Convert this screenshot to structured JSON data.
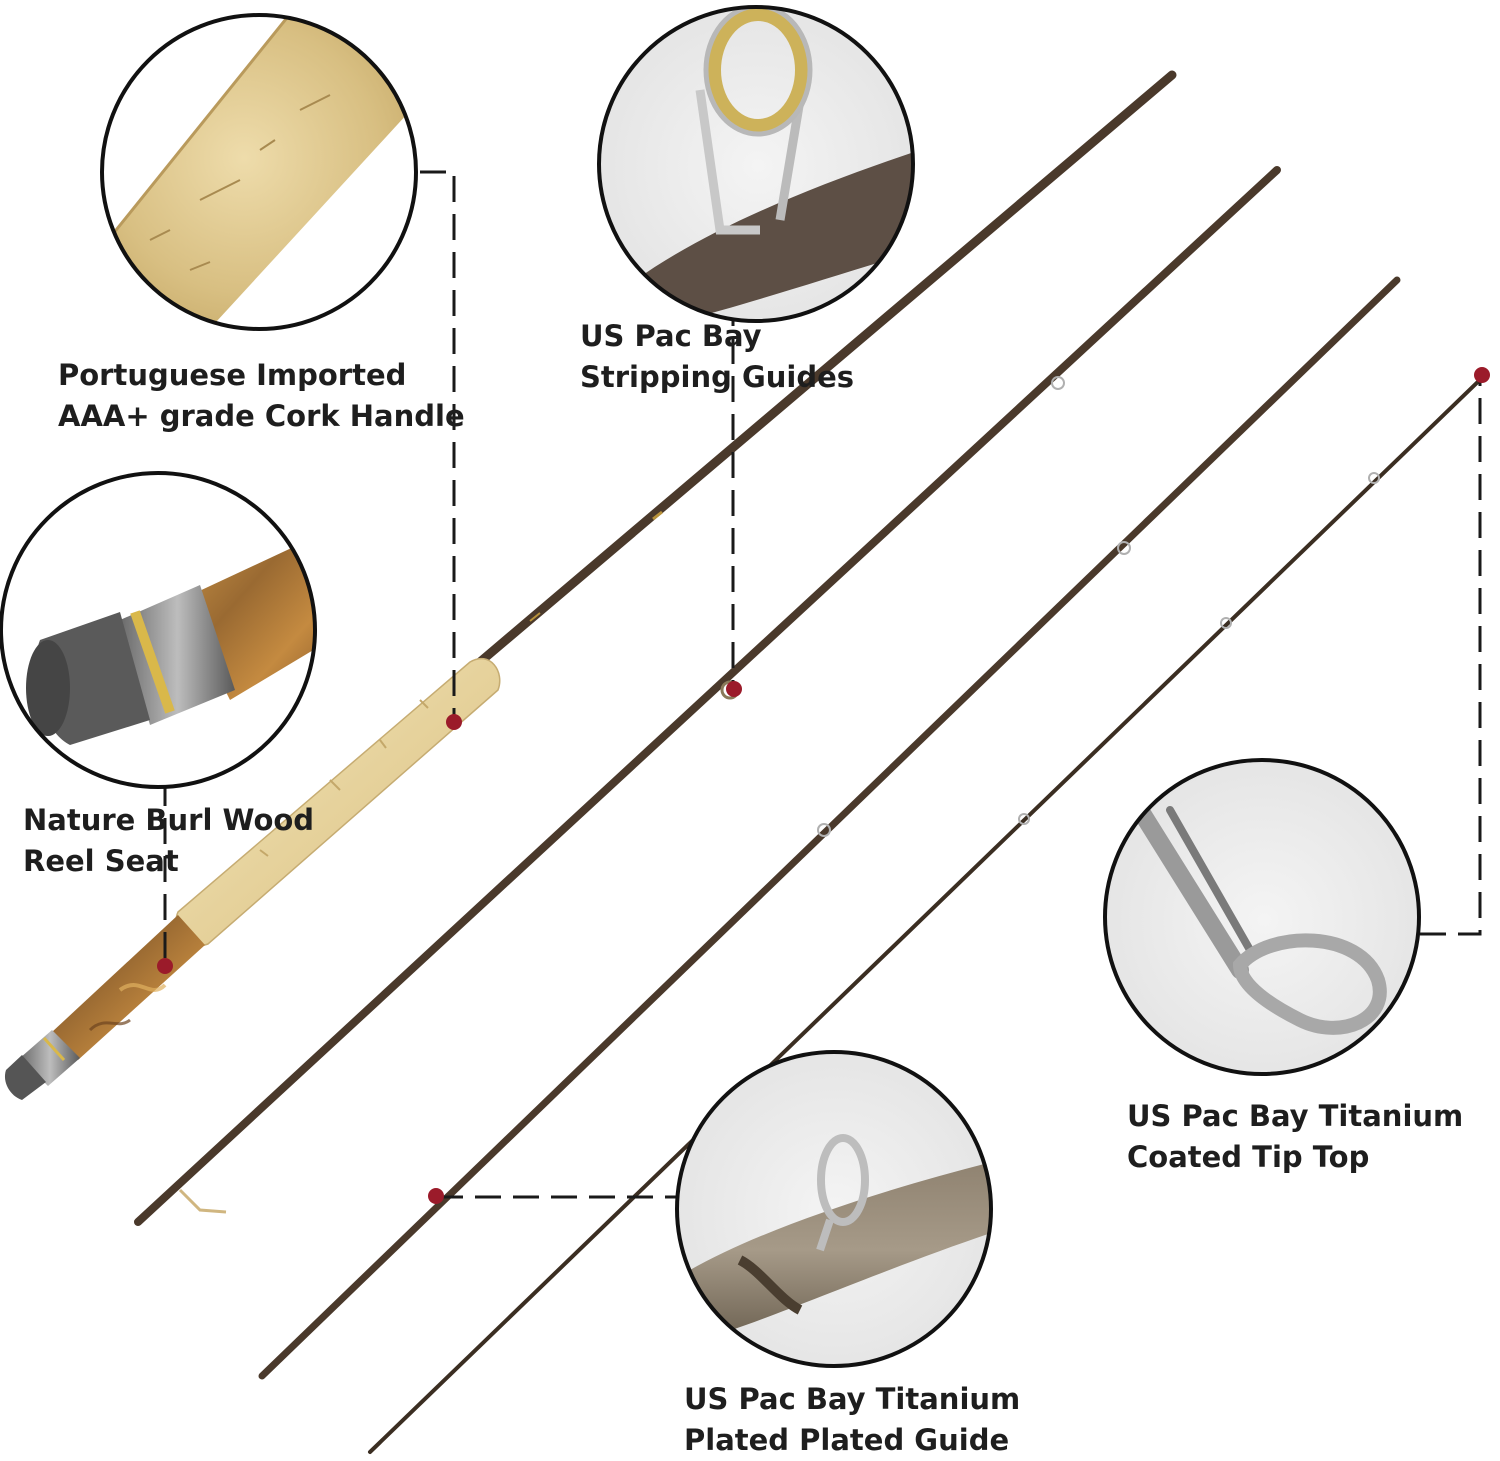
{
  "callouts": {
    "cork_handle": {
      "line1": "Portuguese Imported",
      "line2": "AAA+ grade Cork Handle"
    },
    "reel_seat": {
      "line1": "Nature Burl Wood",
      "line2": "Reel Seat"
    },
    "stripping_guides": {
      "line1": "US Pac Bay",
      "line2": "Stripping Guides"
    },
    "tip_top": {
      "line1": "US Pac Bay Titanium",
      "line2": "Coated Tip Top"
    },
    "plated_guide": {
      "line1": "US Pac Bay Titanium",
      "line2": "Plated Plated Guide"
    }
  },
  "colors": {
    "rod_blank": "#4a3a2c",
    "cork": "#e9d9a8",
    "burl_wood": "#b8823a",
    "marker_dot": "#9b1b2a",
    "leader_line": "#1a1a1a",
    "label_text": "#1e1e1e"
  },
  "rod_sections": 4
}
